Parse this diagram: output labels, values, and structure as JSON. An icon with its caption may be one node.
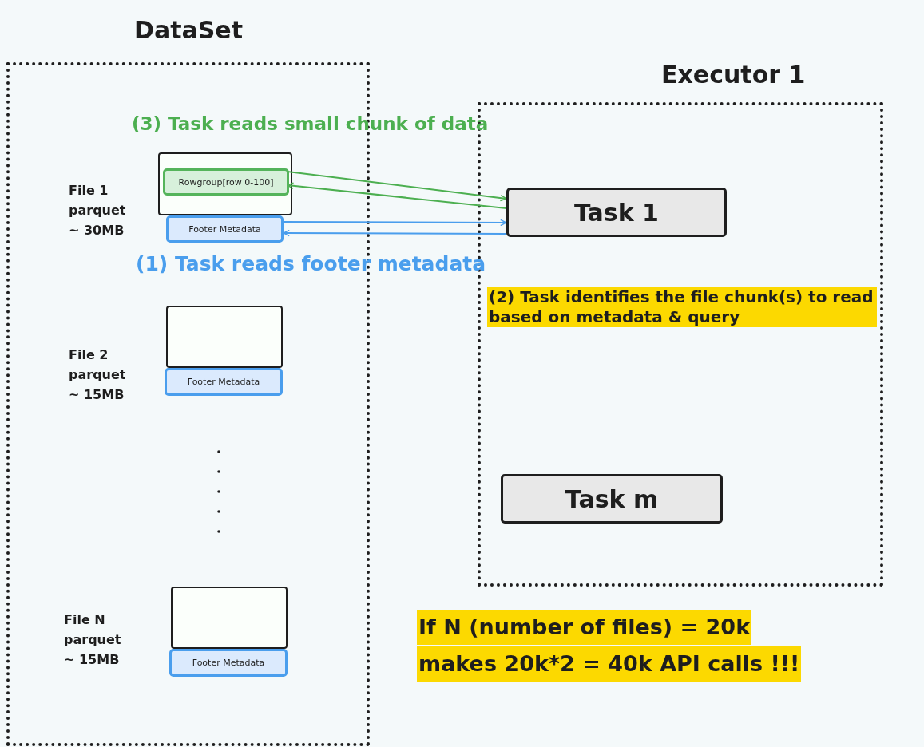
{
  "diagram": {
    "nodes": [
      {
        "text": [
          "DataSet"
        ]
      },
      {
        "text": [],
        "shape": "box",
        "in": 0
      },
      {
        "text": [
          "Rowgroup[row 0-100]"
        ],
        "in": 1
      },
      {
        "text": [
          "Footer Metadata"
        ],
        "in": 0
      },
      {
        "text": [],
        "shape": "box",
        "in": 0
      },
      {
        "text": [
          "Footer Metadata"
        ],
        "in": 0
      },
      {
        "text": [],
        "shape": "box",
        "in": 0
      },
      {
        "text": [
          "Footer Metadata"
        ],
        "in": 0
      },
      {
        "text": [
          "Executor 1"
        ]
      },
      {
        "text": [
          "Task 1"
        ],
        "in": 8
      },
      {
        "text": [
          "Task m"
        ],
        "in": 8
      }
    ],
    "edges": [
      {
        "from": 2,
        "to": 9,
        "arrow": "to",
        "color": "#4caf50"
      },
      {
        "from": 9,
        "to": 2,
        "arrow": "to",
        "color": "#4caf50"
      },
      {
        "from": 3,
        "to": 9,
        "arrow": "to",
        "color": "#4a9eed"
      },
      {
        "from": 9,
        "to": 3,
        "arrow": "to",
        "color": "#4a9eed"
      }
    ],
    "labels": [
      "(3) Task reads small chunk of data",
      "File 1 parquet ~ 30MB",
      "(1) Task reads footer metadata",
      "(2) Task identifies the file chunk(s) to read based on metadata & query",
      "File 2 parquet ~ 15MB",
      "File N parquet ~ 15MB",
      "If N (number of files) = 20k",
      "makes 20k*2 = 40k API calls !!!"
    ]
  }
}
